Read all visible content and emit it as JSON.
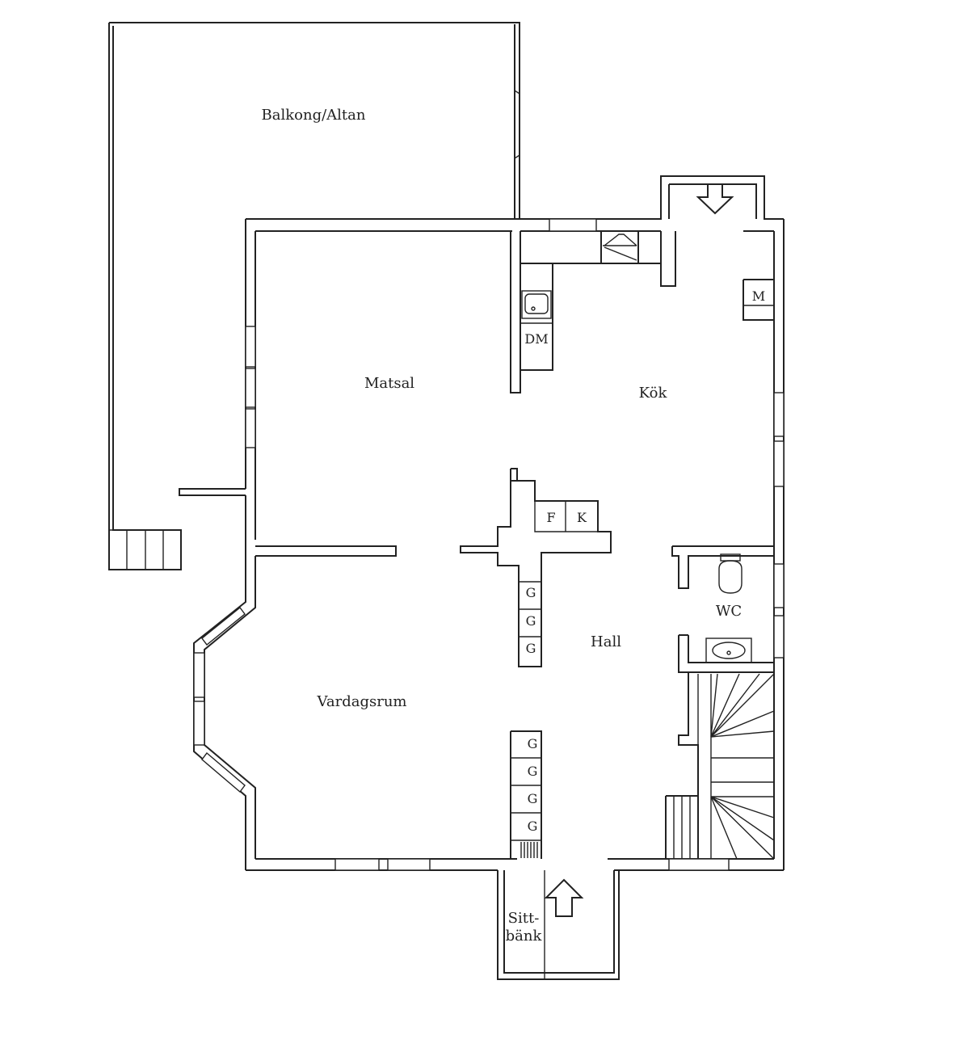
{
  "rooms": {
    "balkong": "Balkong/Altan",
    "matsal": "Matsal",
    "kok": "Kök",
    "wc": "WC",
    "hall": "Hall",
    "vardagsrum": "Vardagsrum"
  },
  "appliances": {
    "dm": "DM",
    "m": "M",
    "f": "F",
    "k": "K",
    "g": "G"
  },
  "bench": {
    "line1": "Sitt-",
    "line2": "bänk"
  }
}
